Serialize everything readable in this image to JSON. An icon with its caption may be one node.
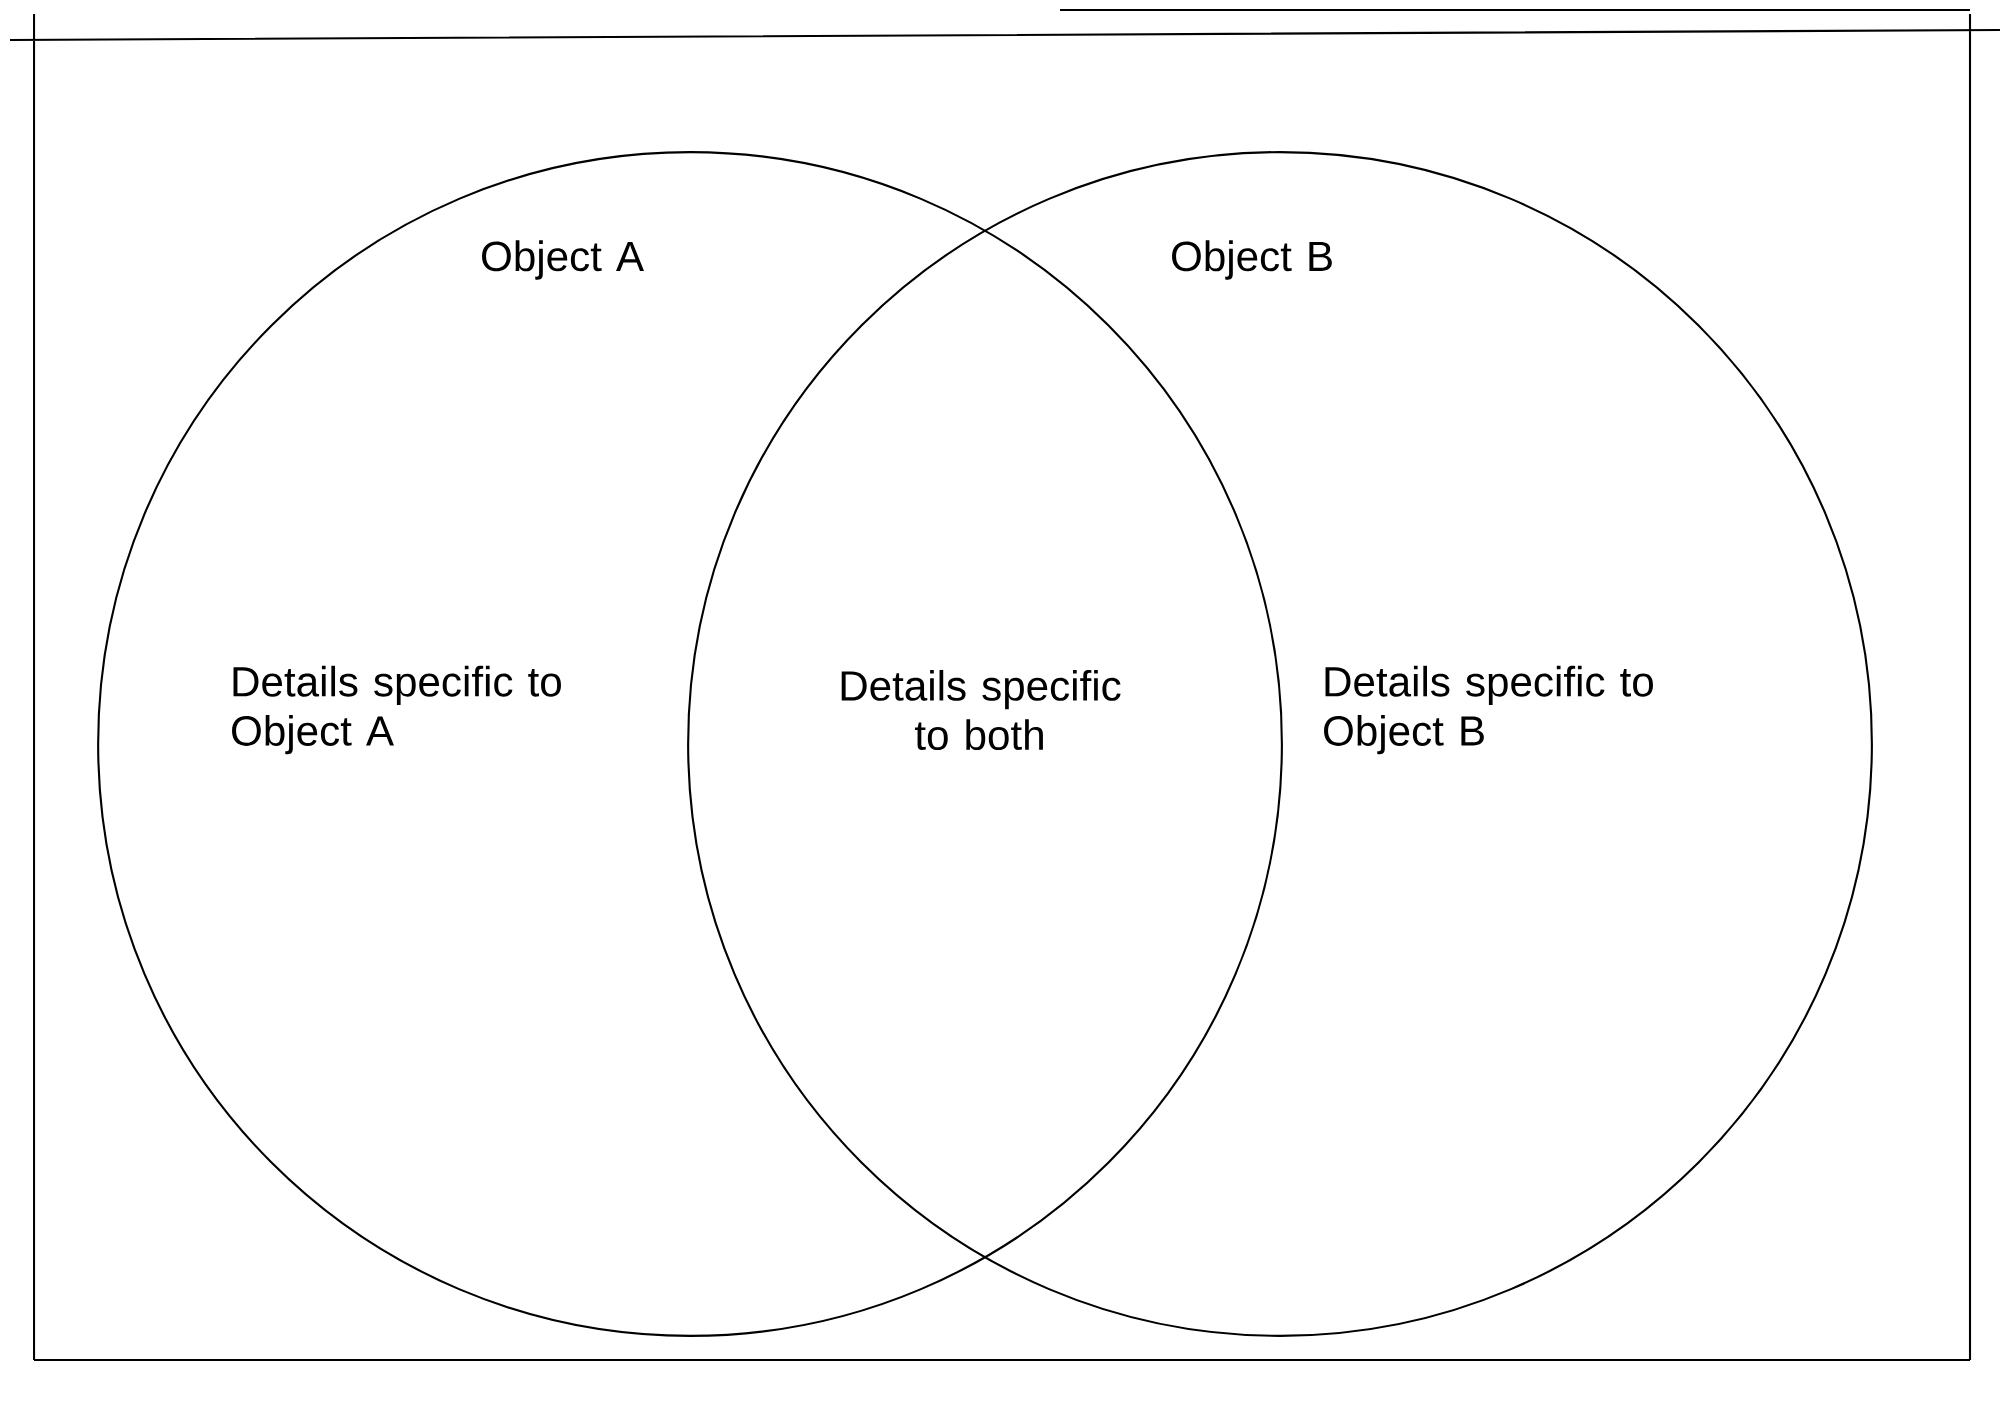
{
  "diagram": {
    "nodes": [
      {
        "text": [
          "Object A",
          "Details specific to Object A"
        ]
      },
      {
        "text": [
          "Object B",
          "Details specific to Object B"
        ]
      }
    ],
    "labels": [
      "Details specific to both"
    ]
  }
}
